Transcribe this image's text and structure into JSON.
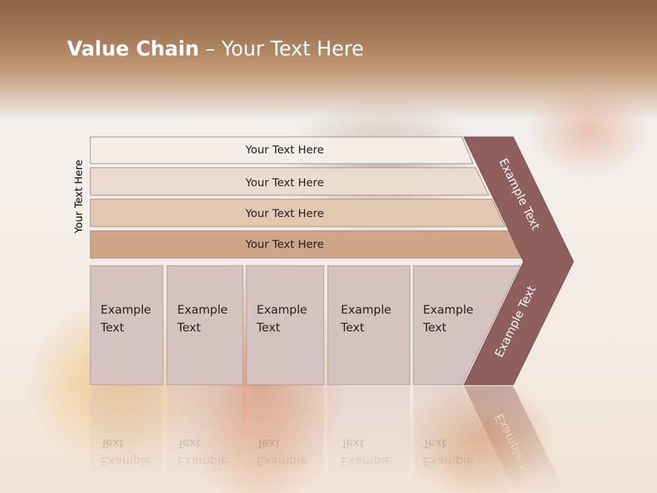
{
  "title": {
    "bold": "Value Chain",
    "rest": " – Your Text Here"
  },
  "side_label": "Your Text Here",
  "rows": [
    {
      "label": "Your Text Here",
      "color": "#f3ede8"
    },
    {
      "label": "Your Text Here",
      "color": "#ecdcd0"
    },
    {
      "label": "Your Text Here",
      "color": "#e2c7b1"
    },
    {
      "label": "Your Text Here",
      "color": "#cfa588"
    }
  ],
  "boxes": [
    {
      "line1": "Example",
      "line2": "Text"
    },
    {
      "line1": "Example",
      "line2": "Text"
    },
    {
      "line1": "Example",
      "line2": "Text"
    },
    {
      "line1": "Example",
      "line2": "Text"
    },
    {
      "line1": "Example",
      "line2": "Text"
    }
  ],
  "arrow": {
    "upper_text": "Example Text",
    "lower_text": "Example Text",
    "color": "#8e5f5d",
    "box_color": "#d5c2c2"
  }
}
